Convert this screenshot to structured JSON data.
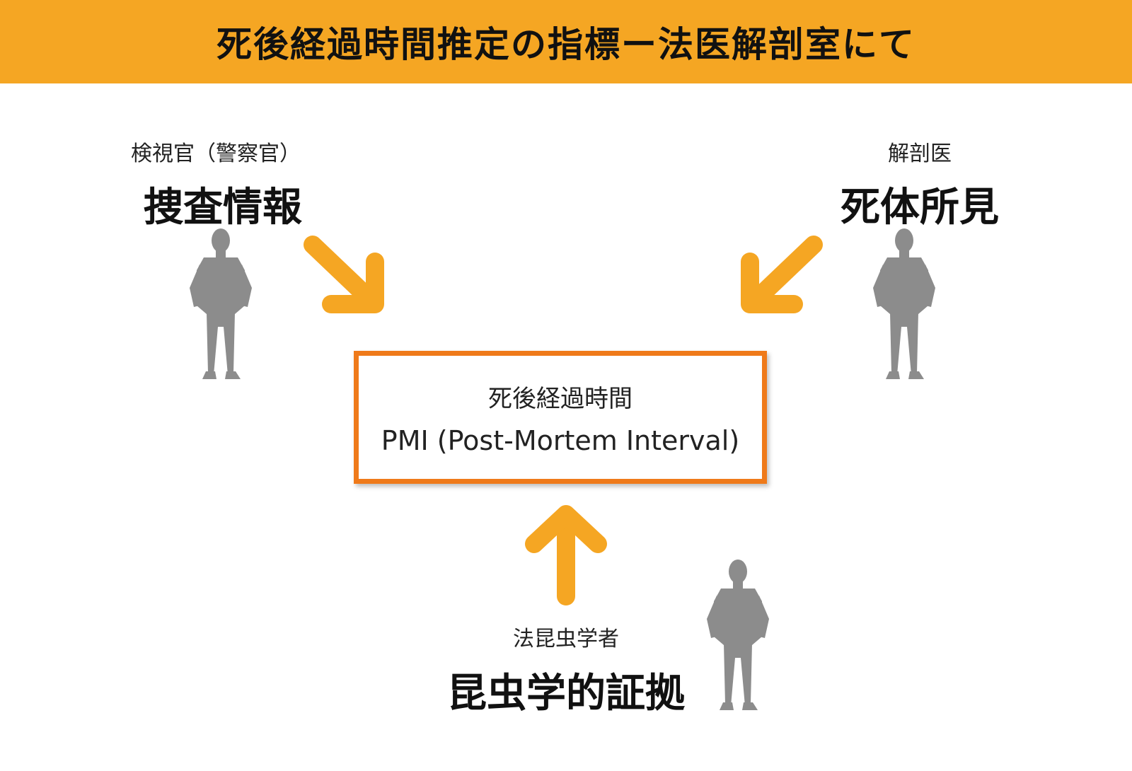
{
  "title": "死後経過時間推定の指標ー法医解剖室にて",
  "colors": {
    "banner": "#f5a623",
    "arrow": "#f5a623",
    "box_border": "#ef7a1a",
    "figure": "#8c8c8c"
  },
  "center": {
    "label_ja": "死後経過時間",
    "label_en": "PMI (Post-Mortem Interval)"
  },
  "sources": {
    "left": {
      "role": "検視官（警察官）",
      "info": "捜査情報"
    },
    "right": {
      "role": "解剖医",
      "info": "死体所見"
    },
    "bottom": {
      "role": "法昆虫学者",
      "info": "昆虫学的証拠"
    }
  },
  "icons": [
    "person-silhouette-icon",
    "arrow-icon"
  ]
}
